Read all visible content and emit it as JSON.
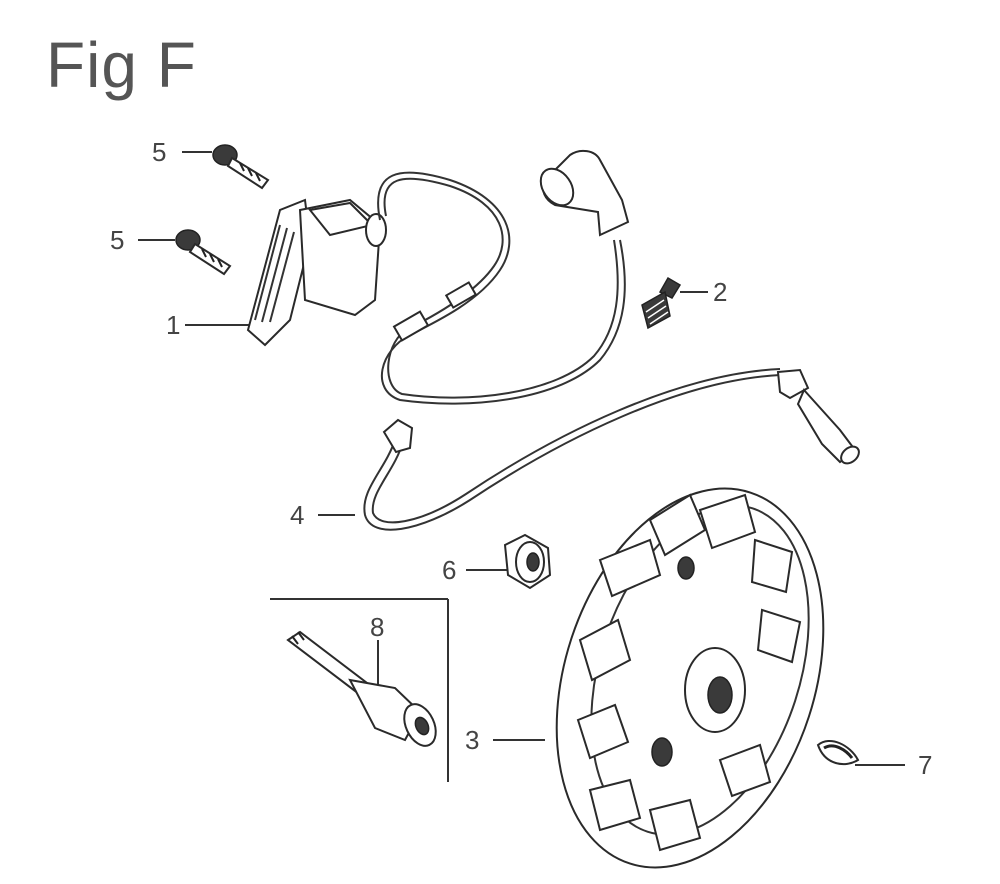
{
  "figure": {
    "title": "Fig F"
  },
  "callouts": [
    {
      "id": "5a",
      "label": "5"
    },
    {
      "id": "5b",
      "label": "5"
    },
    {
      "id": "1",
      "label": "1"
    },
    {
      "id": "2",
      "label": "2"
    },
    {
      "id": "4",
      "label": "4"
    },
    {
      "id": "6",
      "label": "6"
    },
    {
      "id": "8",
      "label": "8"
    },
    {
      "id": "3",
      "label": "3"
    },
    {
      "id": "7",
      "label": "7"
    }
  ]
}
